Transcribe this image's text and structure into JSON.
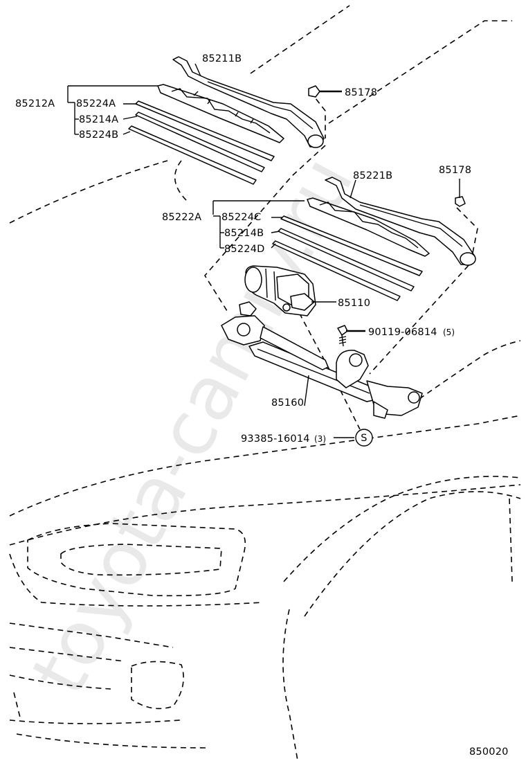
{
  "watermark": "toyota-camry.ru",
  "diagram_code": "850020",
  "labels": {
    "p85211B": "85211B",
    "p85178a": "85178",
    "p85212A": "85212A",
    "p85224A": "85224A",
    "p85214A": "85214A",
    "p85224B": "85224B",
    "p85221B": "85221B",
    "p85178b": "85178",
    "p85222A": "85222A",
    "p85224C": "85224C",
    "p85214B": "85214B",
    "p85224D": "85224D",
    "p85110": "85110",
    "bolt": "90119-06814",
    "bolt_qty": "(5)",
    "p85160": "85160",
    "screw": "93385-16014",
    "screw_qty": "(3)",
    "symbol_s": "S"
  }
}
